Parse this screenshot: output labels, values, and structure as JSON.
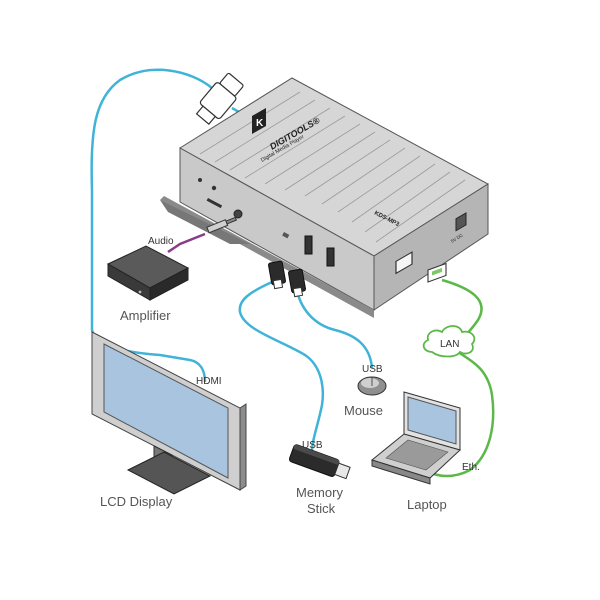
{
  "colors": {
    "hdmi_usb_cable": "#3fb3d8",
    "audio_cable": "#8a3a8a",
    "lan_cable": "#5cb848",
    "device_body": "#d6d6d6",
    "device_side": "#a8a8a8",
    "screen": "#a9c4de"
  },
  "device": {
    "brand_logo_text": "DIGITOOLS®",
    "subtitle": "Digital Media Player",
    "model": "KDS-MP3",
    "power_label": "5V DC"
  },
  "cables": {
    "audio": "Audio",
    "hdmi": "HDMI",
    "usb_mouse": "USB",
    "usb_memory": "USB",
    "lan_cloud": "LAN",
    "ethernet": "Eth."
  },
  "peripherals": {
    "amplifier": "Amplifier",
    "lcd_display": "LCD Display",
    "mouse": "Mouse",
    "memory_stick_line1": "Memory",
    "memory_stick_line2": "Stick",
    "laptop": "Laptop"
  }
}
